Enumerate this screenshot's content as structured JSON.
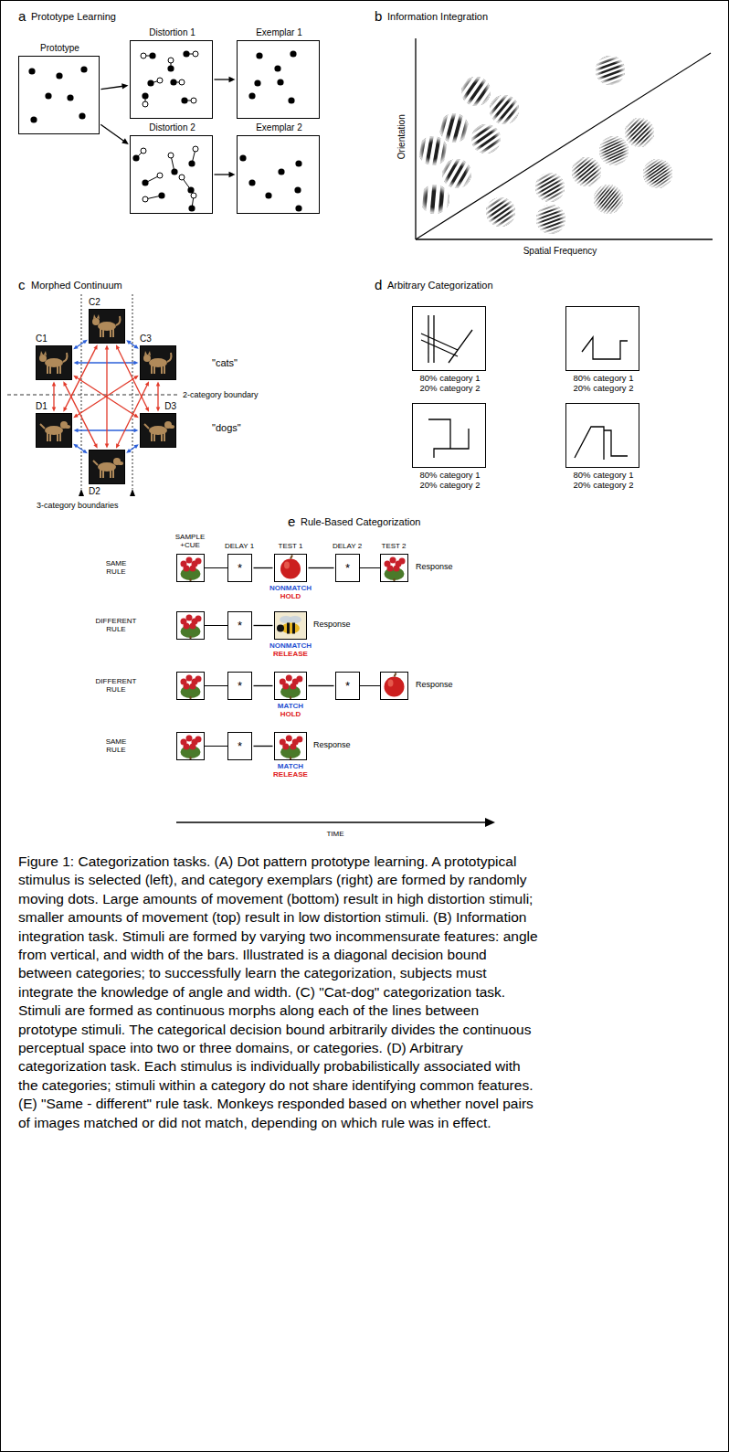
{
  "diagram": {
    "caption": "Figure 1: Categorization tasks. (A) Dot pattern prototype learning. A prototypical stimulus is selected (left), and category exemplars (right) are formed by randomly moving dots. Large amounts of movement (bottom) result in high distortion stimuli; smaller amounts of movement (top) result in low distortion stimuli. (B) Information integration task. Stimuli are formed by varying two incommensurate features: angle from vertical, and width of the bars. Illustrated is a diagonal decision bound between categories; to successfully learn the categorization, subjects must integrate the knowledge of angle and width. (C) \"Cat-dog\" categorization task. Stimuli are formed as continuous morphs along each of the lines between prototype stimuli. The categorical decision bound arbitrarily divides the continuous perceptual space into two or three domains, or categories. (D) Arbitrary categorization task. Each stimulus is individually probabilistically associated with the categories; stimuli within a category do not share identifying common features. (E) \"Same - different\" rule task. Monkeys responded based on whether novel pairs of images matched or did not match, depending on which rule was in effect.",
    "nodes": [
      {
        "text": [
          "Prototype"
        ]
      },
      {
        "text": [
          "Distortion 1"
        ]
      },
      {
        "text": [
          "Exemplar 1"
        ]
      },
      {
        "text": [
          "Distortion 2"
        ]
      },
      {
        "text": [
          "Exemplar 2"
        ]
      },
      {
        "text": [
          "C1"
        ]
      },
      {
        "text": [
          "C2"
        ]
      },
      {
        "text": [
          "C3"
        ]
      },
      {
        "text": [
          "D1"
        ]
      },
      {
        "text": [
          "D2"
        ]
      },
      {
        "text": [
          "D3"
        ]
      },
      {
        "text": [
          "80% category 1",
          "20% category 2"
        ]
      },
      {
        "text": [
          "80% category 1",
          "20% category 2"
        ]
      },
      {
        "text": [
          "80% category 1",
          "20% category 2"
        ]
      },
      {
        "text": [
          "80% category 1",
          "20% category 2"
        ]
      },
      {
        "text": [
          "*"
        ]
      },
      {
        "text": [
          "NONMATCH",
          "HOLD"
        ]
      },
      {
        "text": [
          "*"
        ]
      },
      {
        "text": [
          "*"
        ]
      },
      {
        "text": [
          "NONMATCH",
          "RELEASE"
        ]
      },
      {
        "text": [
          "*"
        ]
      },
      {
        "text": [
          "MATCH",
          "HOLD"
        ]
      },
      {
        "text": [
          "*"
        ]
      },
      {
        "text": [
          "*"
        ]
      },
      {
        "text": [
          "MATCH",
          "RELEASE"
        ]
      }
    ],
    "edges": [
      {
        "from": 0,
        "to": 1,
        "arrow": "to"
      },
      {
        "from": 0,
        "to": 3,
        "arrow": "to"
      },
      {
        "from": 1,
        "to": 2,
        "arrow": "to"
      },
      {
        "from": 3,
        "to": 4,
        "arrow": "to"
      },
      {
        "from": 5,
        "to": 6,
        "arrow": "both"
      },
      {
        "from": 6,
        "to": 7,
        "arrow": "both"
      },
      {
        "from": 5,
        "to": 7,
        "arrow": "both"
      },
      {
        "from": 8,
        "to": 9,
        "arrow": "both"
      },
      {
        "from": 9,
        "to": 10,
        "arrow": "both"
      },
      {
        "from": 8,
        "to": 10,
        "arrow": "both"
      },
      {
        "from": 5,
        "to": 8,
        "arrow": "both"
      },
      {
        "from": 5,
        "to": 9,
        "arrow": "both"
      },
      {
        "from": 5,
        "to": 10,
        "arrow": "both"
      },
      {
        "from": 6,
        "to": 8,
        "arrow": "both"
      },
      {
        "from": 6,
        "to": 9,
        "arrow": "both"
      },
      {
        "from": 6,
        "to": 10,
        "arrow": "both"
      },
      {
        "from": 7,
        "to": 8,
        "arrow": "both"
      },
      {
        "from": 7,
        "to": 9,
        "arrow": "both"
      },
      {
        "from": 7,
        "to": 10,
        "arrow": "both"
      },
      {
        "from": 15,
        "to": 16,
        "arrow": "none"
      },
      {
        "from": 16,
        "to": 17,
        "arrow": "none"
      },
      {
        "from": 18,
        "to": 19,
        "arrow": "none"
      },
      {
        "from": 20,
        "to": 21,
        "arrow": "none"
      },
      {
        "from": 21,
        "to": 22,
        "arrow": "none"
      },
      {
        "from": 23,
        "to": 24,
        "arrow": "none"
      }
    ],
    "labels": [
      "a",
      "Prototype Learning",
      "b",
      "Information Integration",
      "Orientation",
      "Spatial Frequency",
      "c",
      "Morphed Continuum",
      "\"cats\"",
      "\"dogs\"",
      "2-category boundary",
      "3-category boundaries",
      "d",
      "Arbitrary Categorization",
      "e",
      "Rule-Based Categorization",
      "SAMPLE +CUE",
      "DELAY 1",
      "TEST 1",
      "DELAY 2",
      "TEST 2",
      "SAME RULE",
      "DIFFERENT RULE",
      "DIFFERENT RULE",
      "SAME RULE",
      "Response",
      "Response",
      "Response",
      "Response",
      "TIME"
    ]
  }
}
